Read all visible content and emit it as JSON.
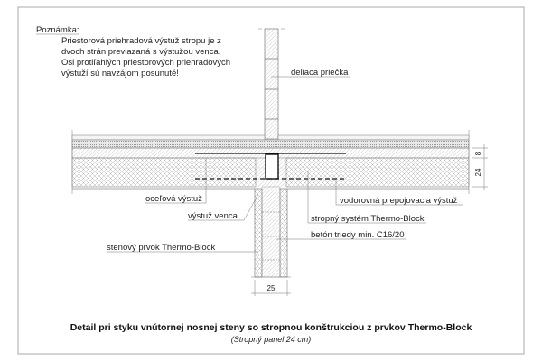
{
  "note": {
    "heading": "Poznámka:",
    "lines": [
      "Priestorová priehradová výstuž stropu je z",
      "dvoch strán previazaná s výstužou venca.",
      "Osi protiľahlých priestorových priehradových",
      "výstuží sú navzájom posunuté!"
    ]
  },
  "labels": {
    "partition": "deliaca priečka",
    "steel_rebar": "oceľová výstuž",
    "ring_beam_rebar": "výstuž venca",
    "wall_element": "stenový prvok Thermo-Block",
    "horizontal_rebar": "vodorovná prepojovacia výstuž",
    "ceiling_system": "stropný systém Thermo-Block",
    "concrete": "betón triedy min. C16/20"
  },
  "dimensions": {
    "top_layer": "8",
    "panel": "24",
    "wall": "25"
  },
  "caption": {
    "title": "Detail pri styku vnútornej nosnej steny so stropnou konštrukciou z prvkov Thermo-Block",
    "subtitle": "(Stropný panel 24 cm)"
  }
}
